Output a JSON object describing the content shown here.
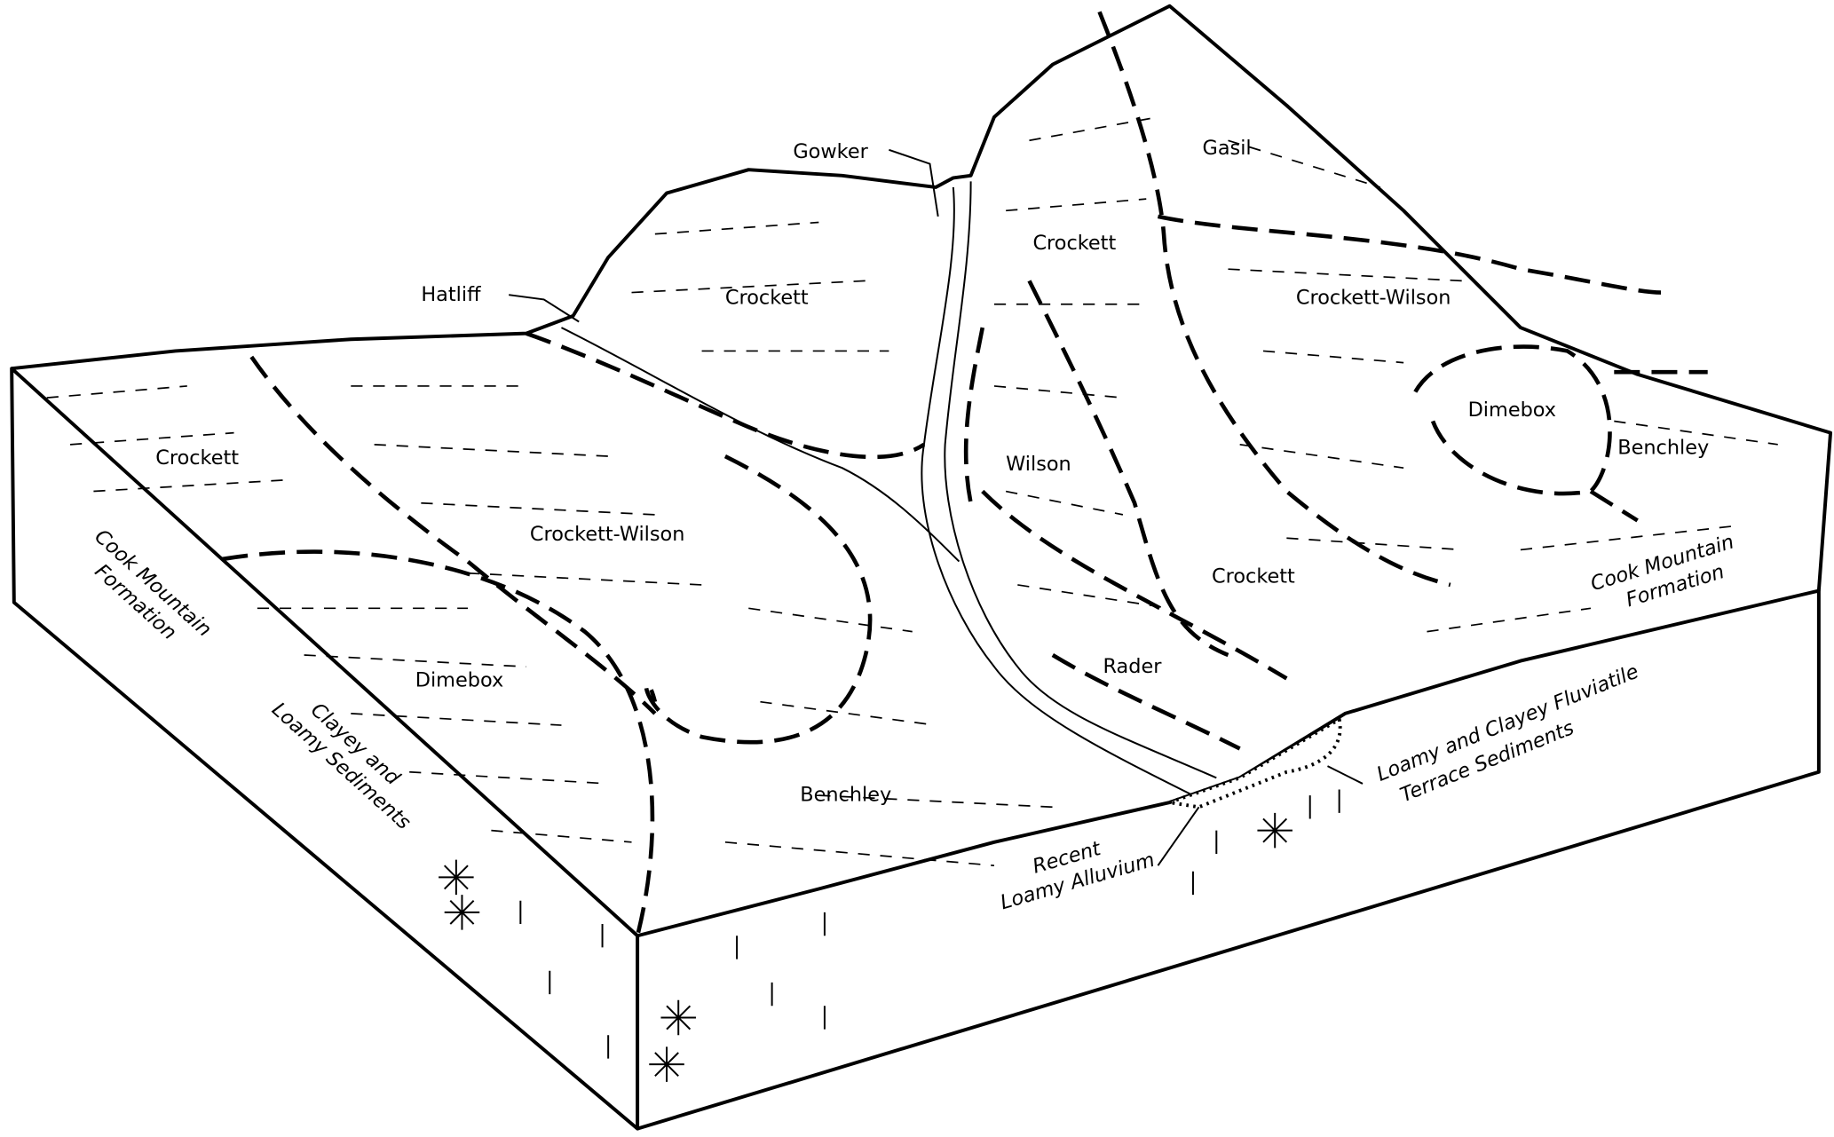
{
  "diagram": {
    "soils": {
      "gowker": "Gowker",
      "gasil": "Gasil",
      "hatliff": "Hatliff",
      "crockett_hill": "Crockett",
      "crockett_ridge": "Crockett",
      "crockett_wilson_right": "Crockett-Wilson",
      "crockett_left": "Crockett",
      "crockett_wilson_left": "Crockett-Wilson",
      "dimebox_right": "Dimebox",
      "benchley_right": "Benchley",
      "wilson": "Wilson",
      "crockett_lower": "Crockett",
      "rader": "Rader",
      "dimebox_left": "Dimebox",
      "benchley_front": "Benchley"
    },
    "geology": {
      "cook_mountain_left_1": "Cook Mountain",
      "cook_mountain_left_2": "Formation",
      "cook_mountain_right_1": "Cook Mountain",
      "cook_mountain_right_2": "Formation",
      "clayey_1": "Clayey and",
      "clayey_2": "Loamy Sediments",
      "terrace_1": "Loamy and Clayey Fluviatile",
      "terrace_2": "Terrace Sediments",
      "alluvium_1": "Recent",
      "alluvium_2": "Loamy Alluvium"
    }
  }
}
